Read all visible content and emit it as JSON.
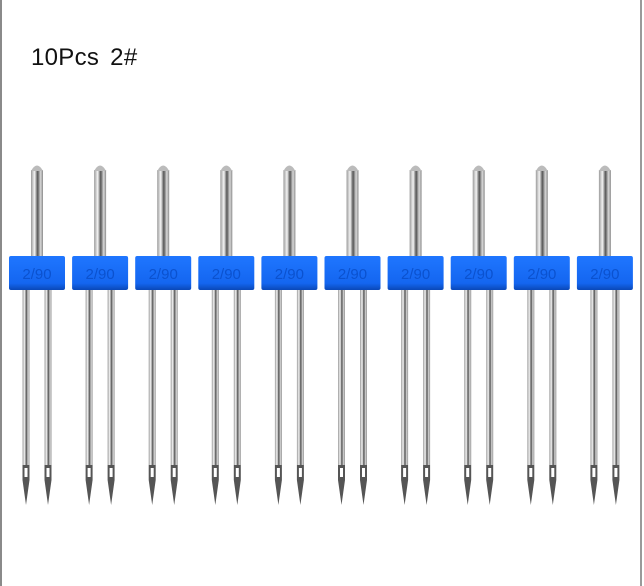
{
  "product": {
    "title": "10Pcs 2#",
    "needle_label": "2/90",
    "needle_count": 10
  },
  "colors": {
    "block": "#1a6dff",
    "block_dark": "#0a4fd0",
    "label_text": "#0d55d8",
    "steel": "#b8b8b8"
  }
}
